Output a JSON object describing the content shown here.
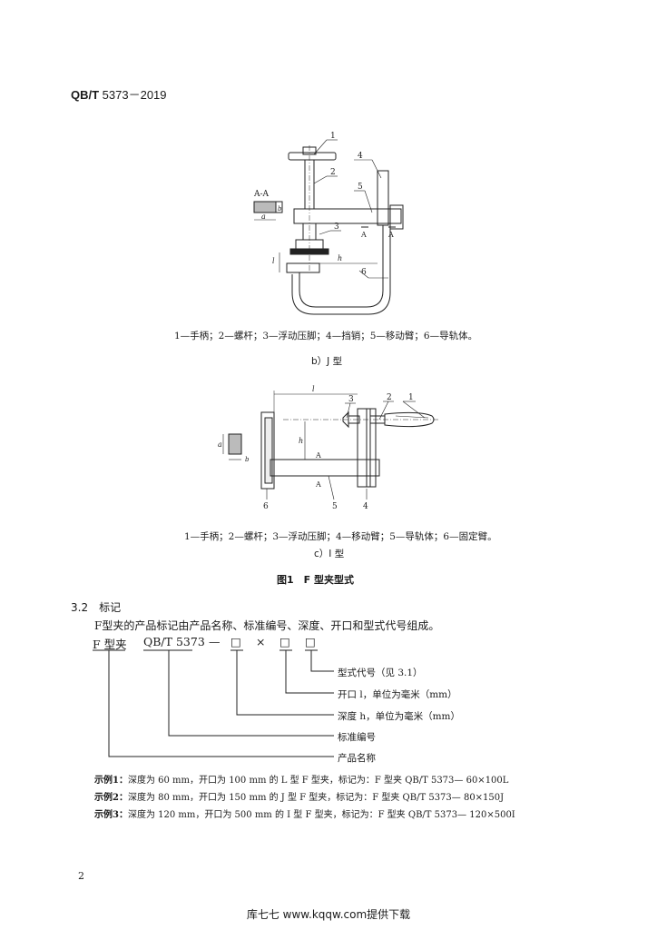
{
  "header": {
    "std_bold": "QB/T",
    "std_rest": " 5373－2019"
  },
  "fig_b": {
    "callouts": [
      "1",
      "2",
      "3",
      "4",
      "5",
      "6"
    ],
    "section_label": "A-A",
    "dim_a": "a",
    "dim_b": "b",
    "dim_l": "l",
    "dim_h": "h",
    "section_marks": [
      "A",
      "A"
    ],
    "caption": "1—手柄；2—螺杆；3—浮动压脚；4—挡销；5—移动臂；6—导轨体。",
    "subtitle": "b）J 型"
  },
  "fig_c": {
    "callouts": [
      "1",
      "2",
      "3",
      "4",
      "5",
      "6"
    ],
    "dim_a": "a",
    "dim_b": "b",
    "dim_l": "l",
    "dim_h": "h",
    "section_marks": [
      "A",
      "A"
    ],
    "caption": "1—手柄；2—螺杆；3—浮动压脚；4—移动臂；5—导轨体；6—固定臂。",
    "subtitle": "c）I 型"
  },
  "figure_title": "图1　F 型夹型式",
  "section": {
    "number": "3.2",
    "title": "标记"
  },
  "intro": "F型夹的产品标记由产品名称、标准编号、深度、开口和型式代号组成。",
  "marking": {
    "name": "F 型夹",
    "std": "QB/T 5373",
    "dash": "—",
    "box": "□",
    "times": "×",
    "labels": [
      "型式代号（见 3.1）",
      "开口 l，单位为毫米（mm）",
      "深度 h，单位为毫米（mm）",
      "标准编号",
      "产品名称"
    ]
  },
  "examples": [
    {
      "label": "示例1：",
      "text": "深度为 60 mm，开口为 100 mm 的 L 型 F 型夹，标记为：F 型夹 QB/T 5373—  60×100L"
    },
    {
      "label": "示例2：",
      "text": "深度为 80 mm，开口为 150 mm 的 J 型 F 型夹，标记为：F 型夹 QB/T 5373—  80×150J"
    },
    {
      "label": "示例3：",
      "text": "深度为 120 mm，开口为 500 mm 的 I 型 F 型夹，标记为：F 型夹 QB/T 5373—  120×500I"
    }
  ],
  "page_number": "2",
  "footer": "库七七 www.kqqw.com提供下载"
}
